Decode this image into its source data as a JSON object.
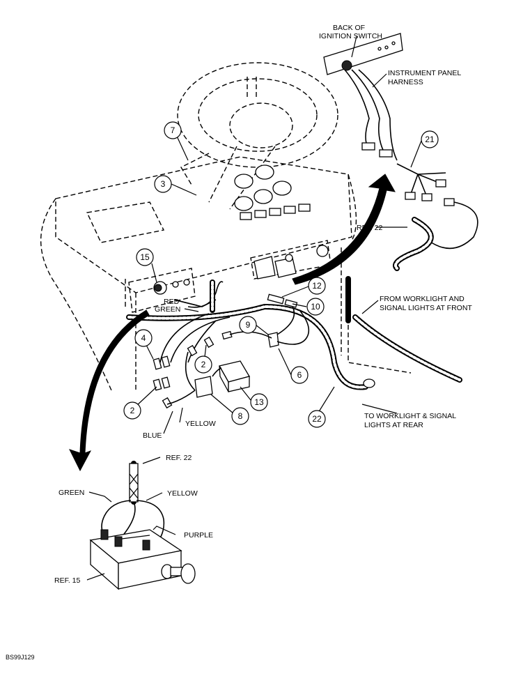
{
  "labels": {
    "back_of_ignition_switch_1": "BACK OF",
    "back_of_ignition_switch_2": "IGNITION SWITCH",
    "instrument_panel_harness_1": "INSTRUMENT PANEL",
    "instrument_panel_harness_2": "HARNESS",
    "ref22_upper": "REF. 22",
    "from_worklight_1": "FROM WORKLIGHT AND",
    "from_worklight_2": "SIGNAL LIGHTS AT FRONT",
    "to_worklight_1": "TO WORKLIGHT & SIGNAL",
    "to_worklight_2": "LIGHTS AT REAR",
    "red": "RED",
    "green_upper": "GREEN",
    "blue": "BLUE",
    "yellow_lower": "YELLOW",
    "ref22_lower": "REF. 22",
    "green_detail": "GREEN",
    "yellow_detail": "YELLOW",
    "purple_detail": "PURPLE",
    "ref15": "REF. 15",
    "figure_code": "BS99J129"
  },
  "callouts": {
    "c7": "7",
    "c3": "3",
    "c21": "21",
    "c15": "15",
    "c12": "12",
    "c10": "10",
    "c9": "9",
    "c4": "4",
    "c2a": "2",
    "c2b": "2",
    "c6": "6",
    "c13": "13",
    "c8": "8",
    "c22": "22"
  }
}
